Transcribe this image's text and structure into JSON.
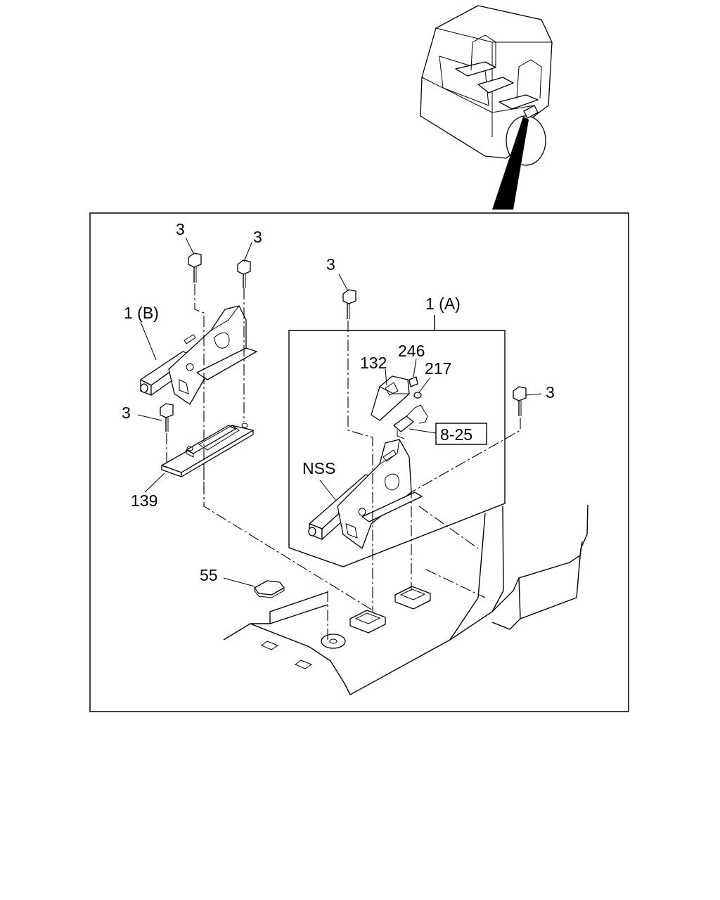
{
  "diagram": {
    "labels": {
      "bolt_top_left": "3",
      "bolt_top_mid": "3",
      "bolt_center": "3",
      "bolt_left_mid": "3",
      "bolt_right": "3",
      "assembly_b": "1 (B)",
      "assembly_a": "1 (A)",
      "part_246": "246",
      "part_217": "217",
      "part_132": "132",
      "ref_box": "8-25",
      "nss": "NSS",
      "part_139": "139",
      "part_55": "55"
    },
    "colors": {
      "line": "#000000",
      "background": "#ffffff"
    }
  }
}
